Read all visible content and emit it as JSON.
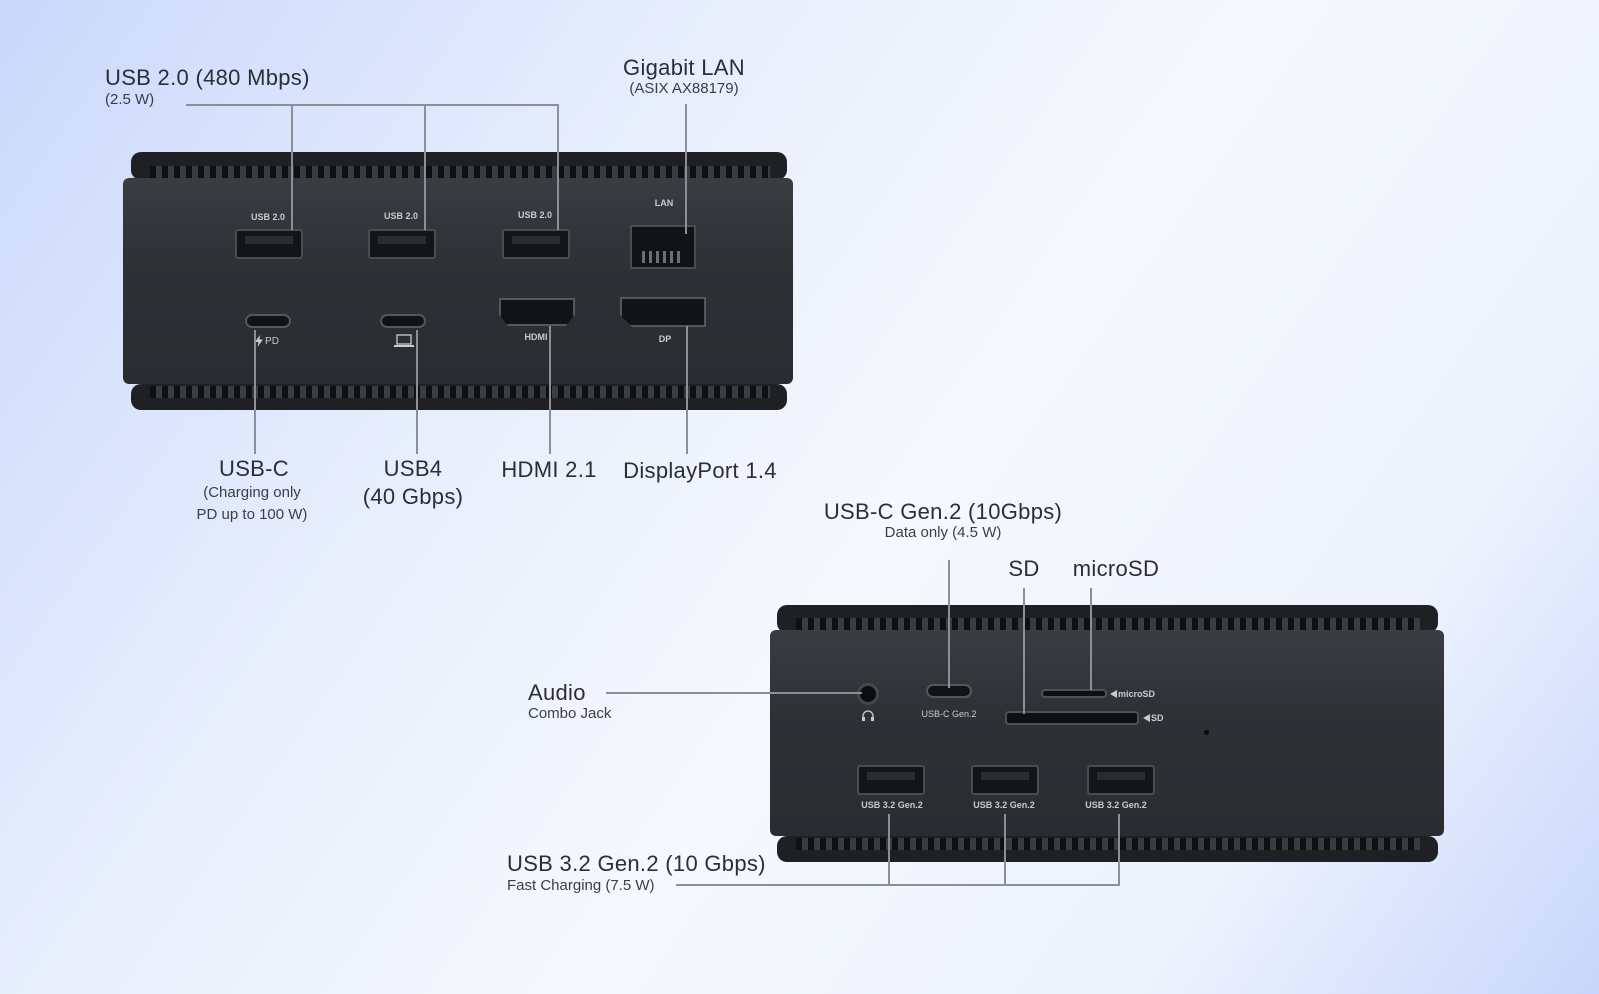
{
  "callouts": {
    "usb20": {
      "title": "USB 2.0 (480 Mbps)",
      "sub": "(2.5 W)"
    },
    "lan": {
      "title": "Gigabit LAN",
      "sub": "(ASIX AX88179)"
    },
    "usbc": {
      "title": "USB-C",
      "sub1": "(Charging only",
      "sub2": "PD up to 100 W)"
    },
    "usb4": {
      "title": "USB4",
      "sub": "(40 Gbps)"
    },
    "hdmi": {
      "title": "HDMI 2.1"
    },
    "dp": {
      "title": "DisplayPort 1.4"
    },
    "usbc_gen2": {
      "title": "USB-C Gen.2 (10Gbps)",
      "sub": "Data only (4.5 W)"
    },
    "sd": {
      "title": "SD"
    },
    "microsd": {
      "title": "microSD"
    },
    "audio": {
      "title": "Audio",
      "sub": "Combo Jack"
    },
    "usb32": {
      "title": "USB 3.2 Gen.2 (10 Gbps)",
      "sub": "Fast Charging (7.5 W)"
    }
  },
  "rear_panel": {
    "usb_a_label": "USB 2.0",
    "lan_label": "LAN",
    "pd_label": "PD",
    "hdmi_label": "HDMI",
    "dp_label": "DP"
  },
  "front_panel": {
    "usbc_label": "USB-C Gen.2",
    "microsd_label": "microSD",
    "sd_label": "SD",
    "usb_a_label": "USB 3.2 Gen.2"
  },
  "icons": [
    "lightning-icon",
    "laptop-icon",
    "headphones-icon",
    "arrow-left-icon"
  ]
}
